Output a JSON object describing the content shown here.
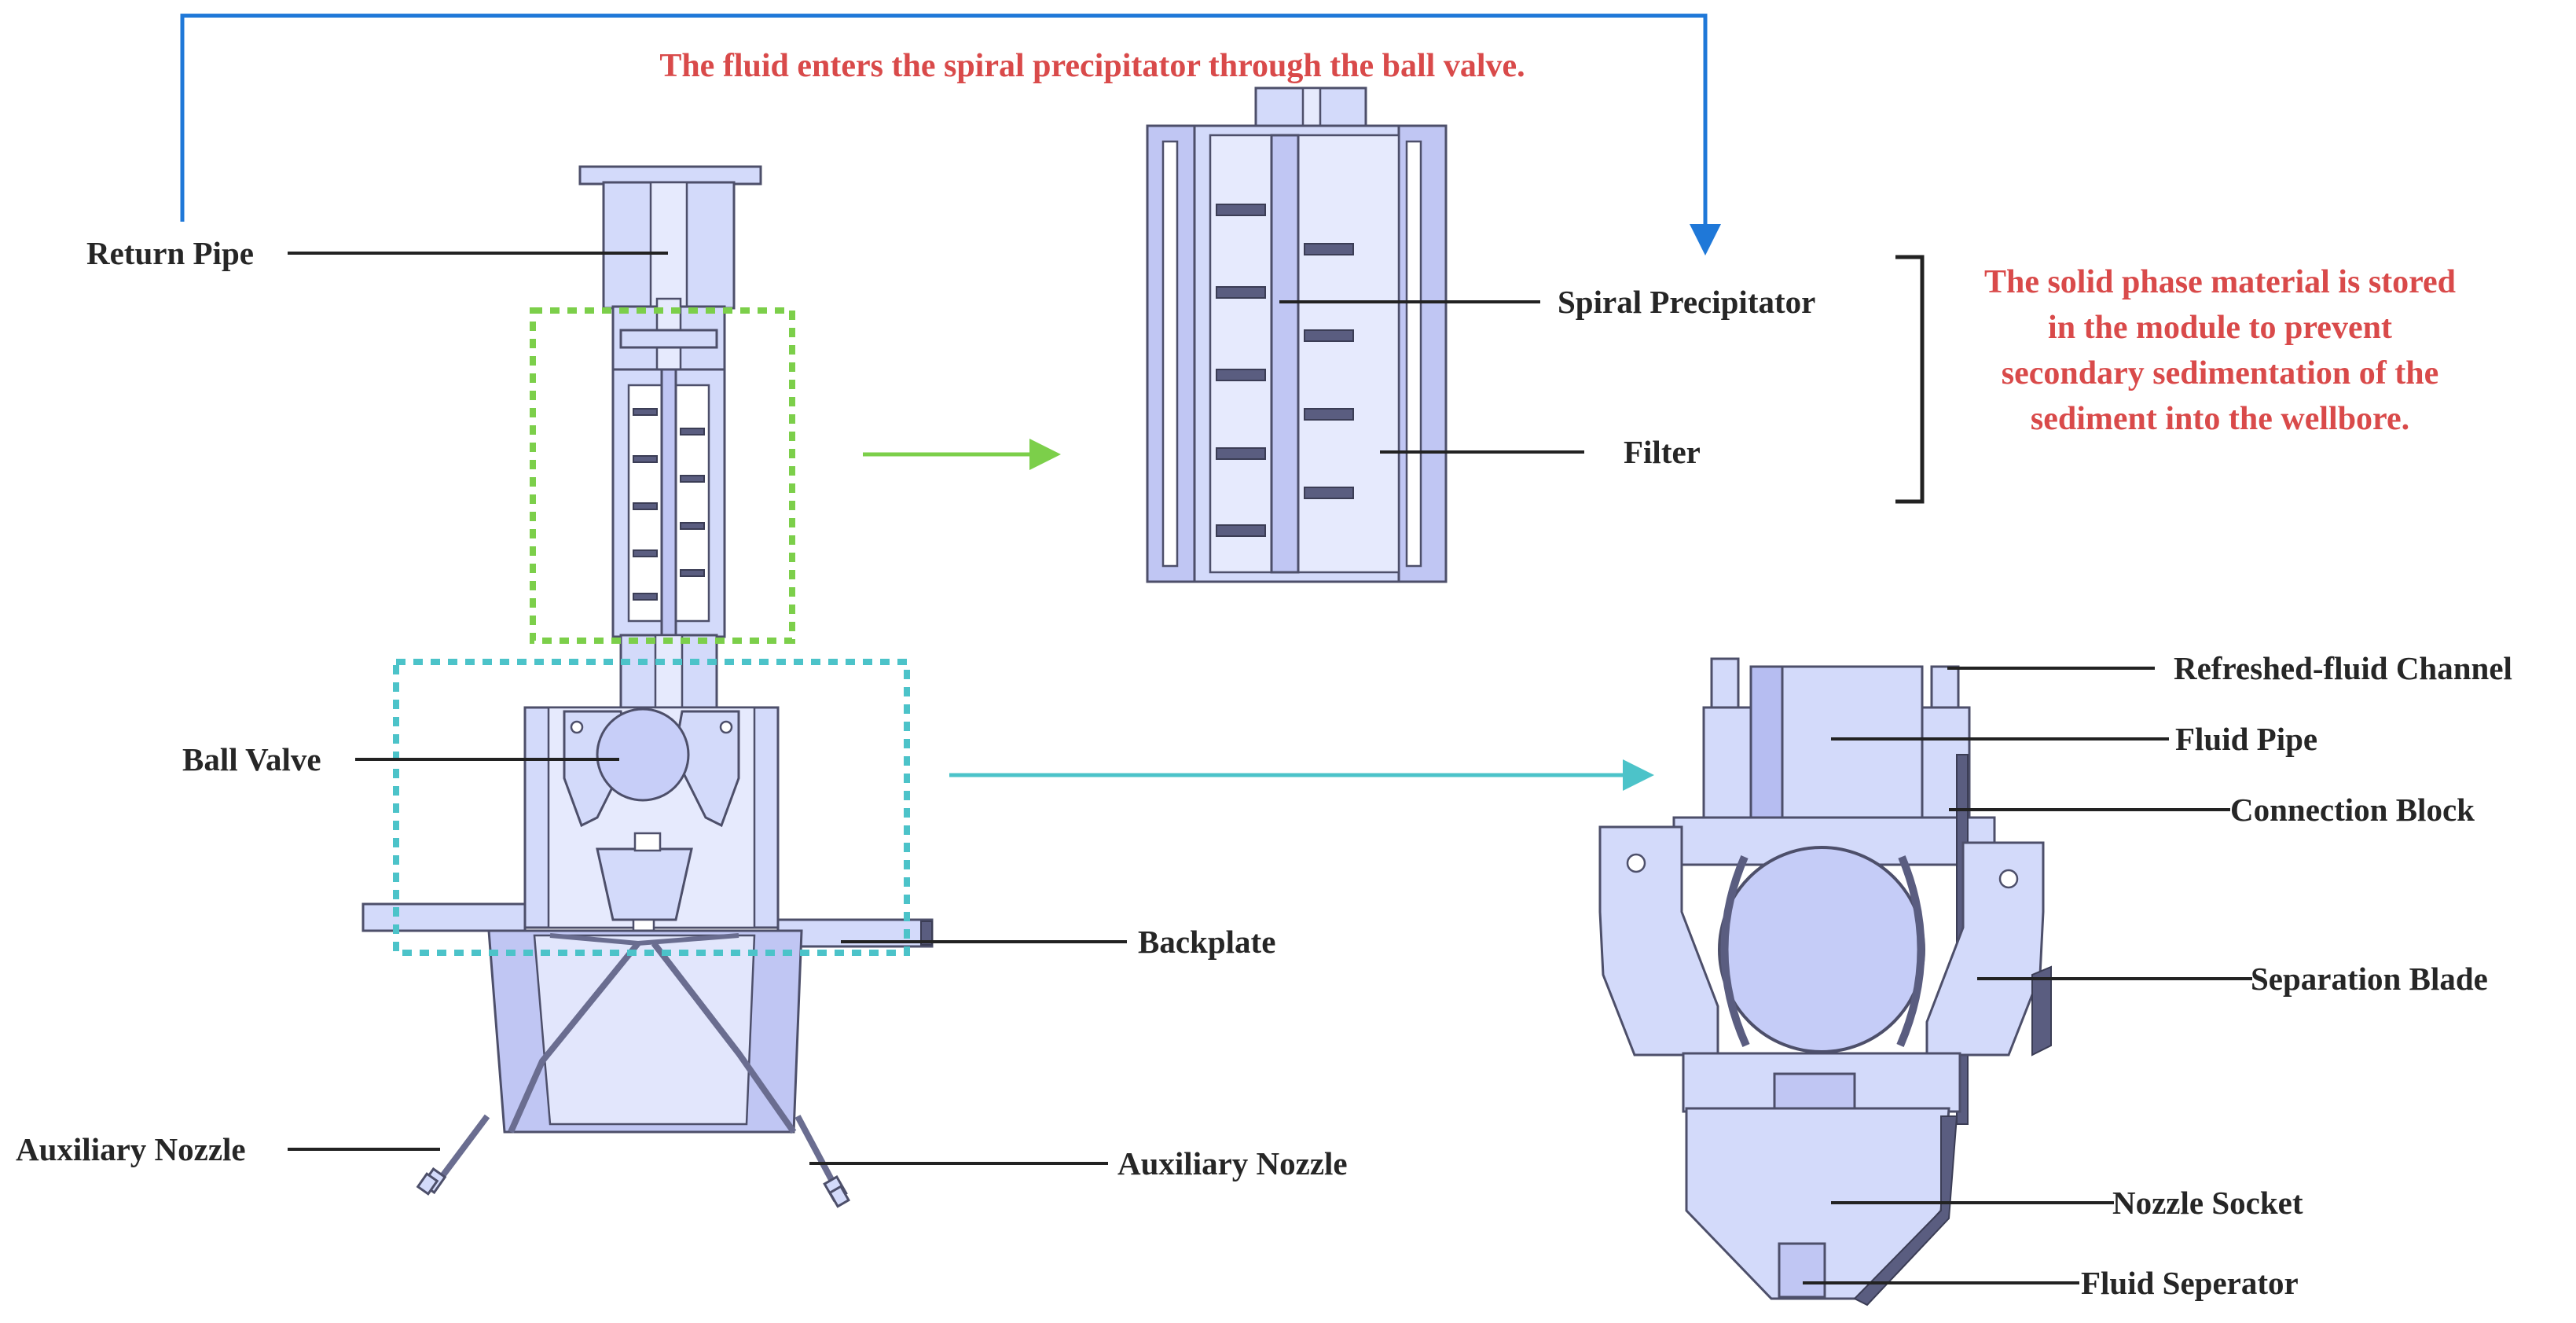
{
  "annotations": {
    "top_note": "The fluid enters the spiral precipitator through the ball valve.",
    "side_note": [
      "The solid phase material is stored",
      "in the module to prevent",
      "secondary sedimentation of the",
      "sediment into the wellbore."
    ]
  },
  "labels": {
    "return_pipe": "Return Pipe",
    "ball_valve": "Ball Valve",
    "backplate": "Backplate",
    "aux_nozzle_left": "Auxiliary Nozzle",
    "aux_nozzle_right": "Auxiliary Nozzle",
    "spiral_precipitator": "Spiral Precipitator",
    "filter": "Filter",
    "refreshed_fluid_channel": "Refreshed-fluid Channel",
    "fluid_pipe": "Fluid Pipe",
    "connection_block": "Connection Block",
    "separation_blade": "Separation Blade",
    "nozzle_socket": "Nozzle Socket",
    "fluid_seperator": "Fluid Seperator"
  },
  "colors": {
    "note_red": "#d94a4a",
    "flow_blue": "#1f78d8",
    "green_highlight": "#7ccf4a",
    "cyan_highlight": "#4cc3c9",
    "part_fill": "#d3dafa",
    "label_text": "#262626"
  }
}
